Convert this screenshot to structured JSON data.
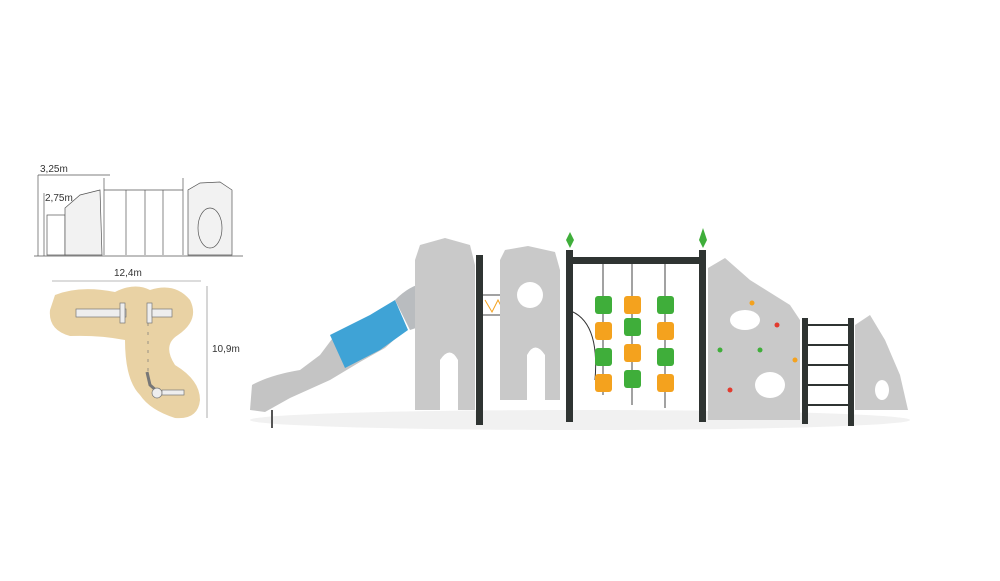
{
  "dimensions": {
    "total_height": "3,25m",
    "platform_height": "2,75m",
    "length": "12,4m",
    "width": "10,9m"
  },
  "colors": {
    "sand": "#e9d2a4",
    "stone": "#c9c9c9",
    "slide_blue": "#3fa3d6",
    "green": "#3fae3a",
    "orange": "#f4a21e",
    "frame": "#2f3432"
  }
}
